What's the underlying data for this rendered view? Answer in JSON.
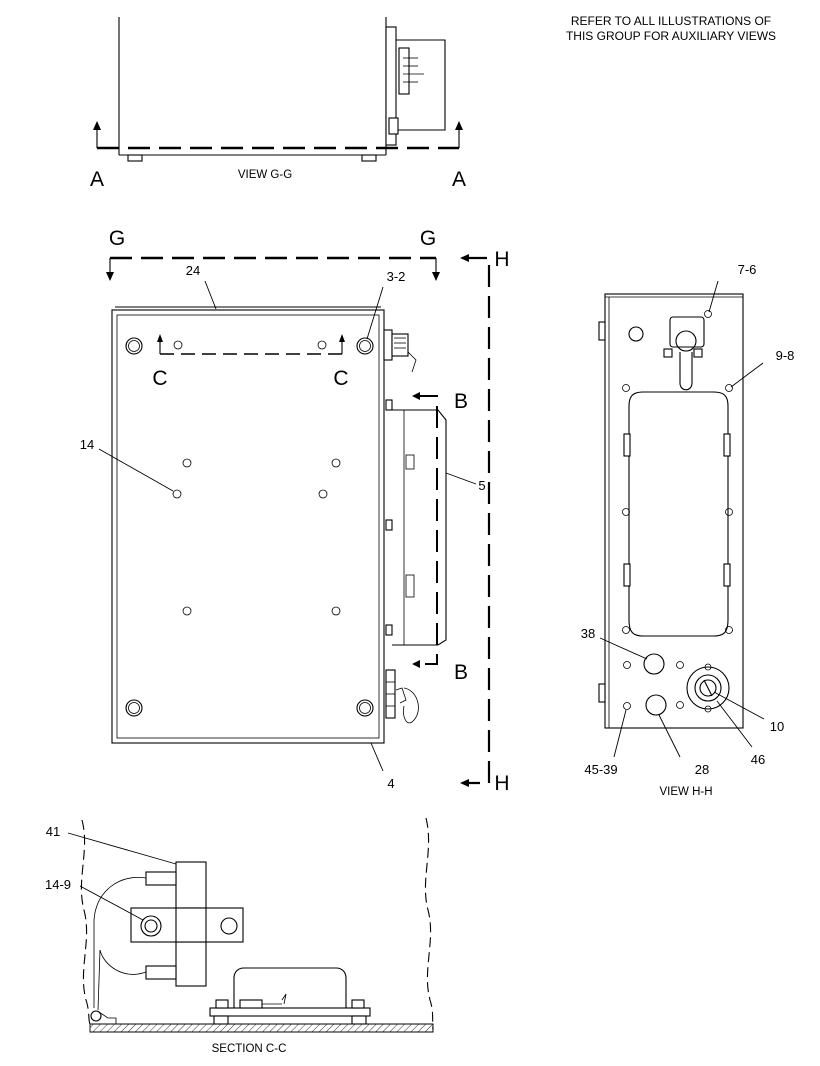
{
  "note": {
    "line1": "REFER TO ALL ILLUSTRATIONS OF",
    "line2": "THIS GROUP FOR AUXILIARY VIEWS"
  },
  "views": {
    "gg": {
      "caption": "VIEW G-G",
      "marker": "A"
    },
    "main": {
      "marker_g": "G",
      "marker_h": "H",
      "marker_c": "C",
      "marker_b": "B"
    },
    "hh": {
      "caption": "VIEW H-H"
    },
    "cc": {
      "caption": "SECTION C-C"
    }
  },
  "callouts": {
    "c24": "24",
    "c3_2": "3-2",
    "c14": "14",
    "c5": "5",
    "c4": "4",
    "c7_6": "7-6",
    "c9_8": "9-8",
    "c38": "38",
    "c10": "10",
    "c46": "46",
    "c28": "28",
    "c45_39": "45-39",
    "c41": "41",
    "c14_9": "14-9"
  }
}
